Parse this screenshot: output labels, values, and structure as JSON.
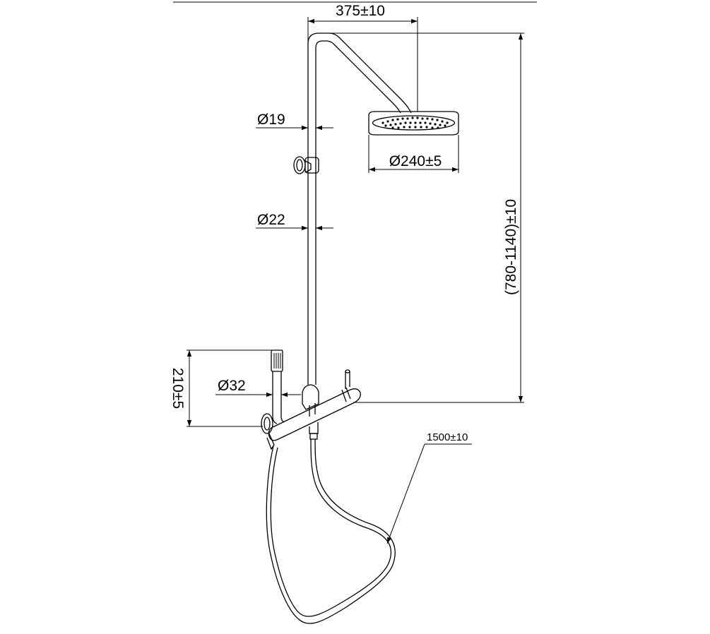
{
  "dimensions": {
    "arm_reach": "375±10",
    "pipe_diameter_upper": "Ø19",
    "shower_head_diameter": "Ø240±5",
    "pipe_diameter_lower": "Ø22",
    "height_adjustable": "(780-1140)±10",
    "hand_shower_diameter": "Ø32",
    "hand_shower_length": "210±5",
    "hose_length": "1500±10"
  },
  "colors": {
    "line": "#000000",
    "background": "#ffffff"
  }
}
